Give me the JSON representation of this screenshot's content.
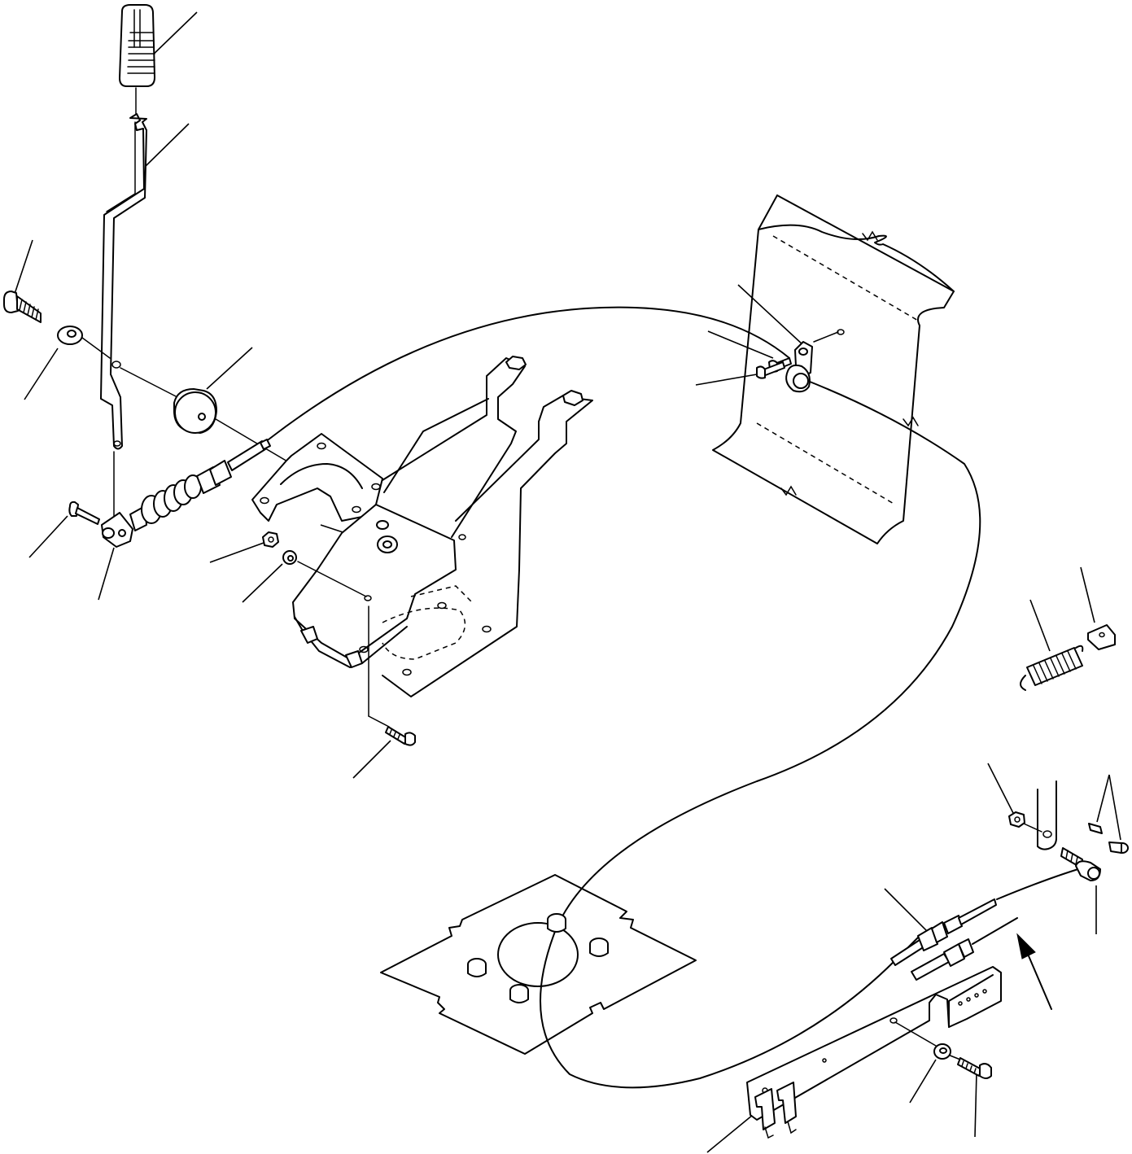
{
  "diagram": {
    "colors": {
      "line": "#000000",
      "background": "#ffffff"
    },
    "components": [
      {
        "id": "knob",
        "name": "lever-knob"
      },
      {
        "id": "lever",
        "name": "control-lever"
      },
      {
        "id": "bolt-top-left",
        "name": "pivot-bolt"
      },
      {
        "id": "washer-left",
        "name": "washer"
      },
      {
        "id": "bushing",
        "name": "bushing"
      },
      {
        "id": "clevis-pin",
        "name": "clevis-pin"
      },
      {
        "id": "clevis",
        "name": "cable-clevis"
      },
      {
        "id": "nut-center",
        "name": "nut"
      },
      {
        "id": "washer-center",
        "name": "washer"
      },
      {
        "id": "bracket",
        "name": "lever-mounting-bracket"
      },
      {
        "id": "bracket-bolt",
        "name": "bracket-bolt"
      },
      {
        "id": "cable",
        "name": "control-cable"
      },
      {
        "id": "panel",
        "name": "side-panel"
      },
      {
        "id": "cable-clamp",
        "name": "cable-clamp"
      },
      {
        "id": "clamp-bolt",
        "name": "clamp-bolt"
      },
      {
        "id": "floor-plate",
        "name": "floor-plate"
      },
      {
        "id": "spring",
        "name": "return-spring"
      },
      {
        "id": "spring-clip",
        "name": "spring-clip"
      },
      {
        "id": "nut-right",
        "name": "nut"
      },
      {
        "id": "pin-right",
        "name": "cotter-pins"
      },
      {
        "id": "cable-end",
        "name": "cable-end-joint"
      },
      {
        "id": "cable-adjuster",
        "name": "cable-adjuster"
      },
      {
        "id": "arrow",
        "name": "direction-arrow"
      },
      {
        "id": "washer-bottom",
        "name": "washer"
      },
      {
        "id": "bolt-bottom",
        "name": "bolt"
      },
      {
        "id": "cable-bracket",
        "name": "cable-support-bracket"
      }
    ]
  }
}
